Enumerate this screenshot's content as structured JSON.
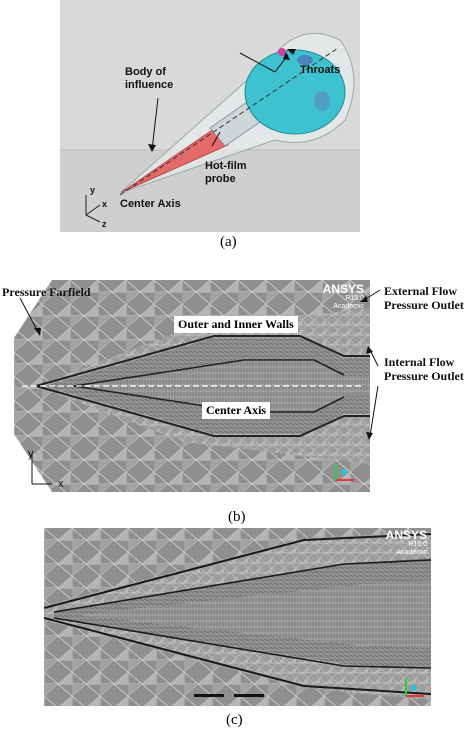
{
  "panel_a": {
    "caption": "(a)",
    "labels": {
      "body": "Body of influence",
      "throats": "Throats",
      "probe": "Hot-film probe",
      "axis": "Center Axis"
    },
    "axes": {
      "y": "y",
      "x": "x",
      "z": "z"
    }
  },
  "panel_b": {
    "caption": "(b)",
    "labels": {
      "farfield": "Pressure Farfield",
      "external": "External Flow Pressure Outlet",
      "walls": "Outer and Inner Walls",
      "internal": "Internal Flow Pressure Outlet",
      "axis": "Center Axis"
    },
    "axes": {
      "y": "y",
      "x": "x"
    },
    "ansys": {
      "name": "ANSYS",
      "version": "R15.0",
      "edition": "Academic"
    }
  },
  "panel_c": {
    "caption": "(c)",
    "ansys": {
      "name": "ANSYS",
      "version": "R15.0",
      "edition": "Academic"
    }
  }
}
